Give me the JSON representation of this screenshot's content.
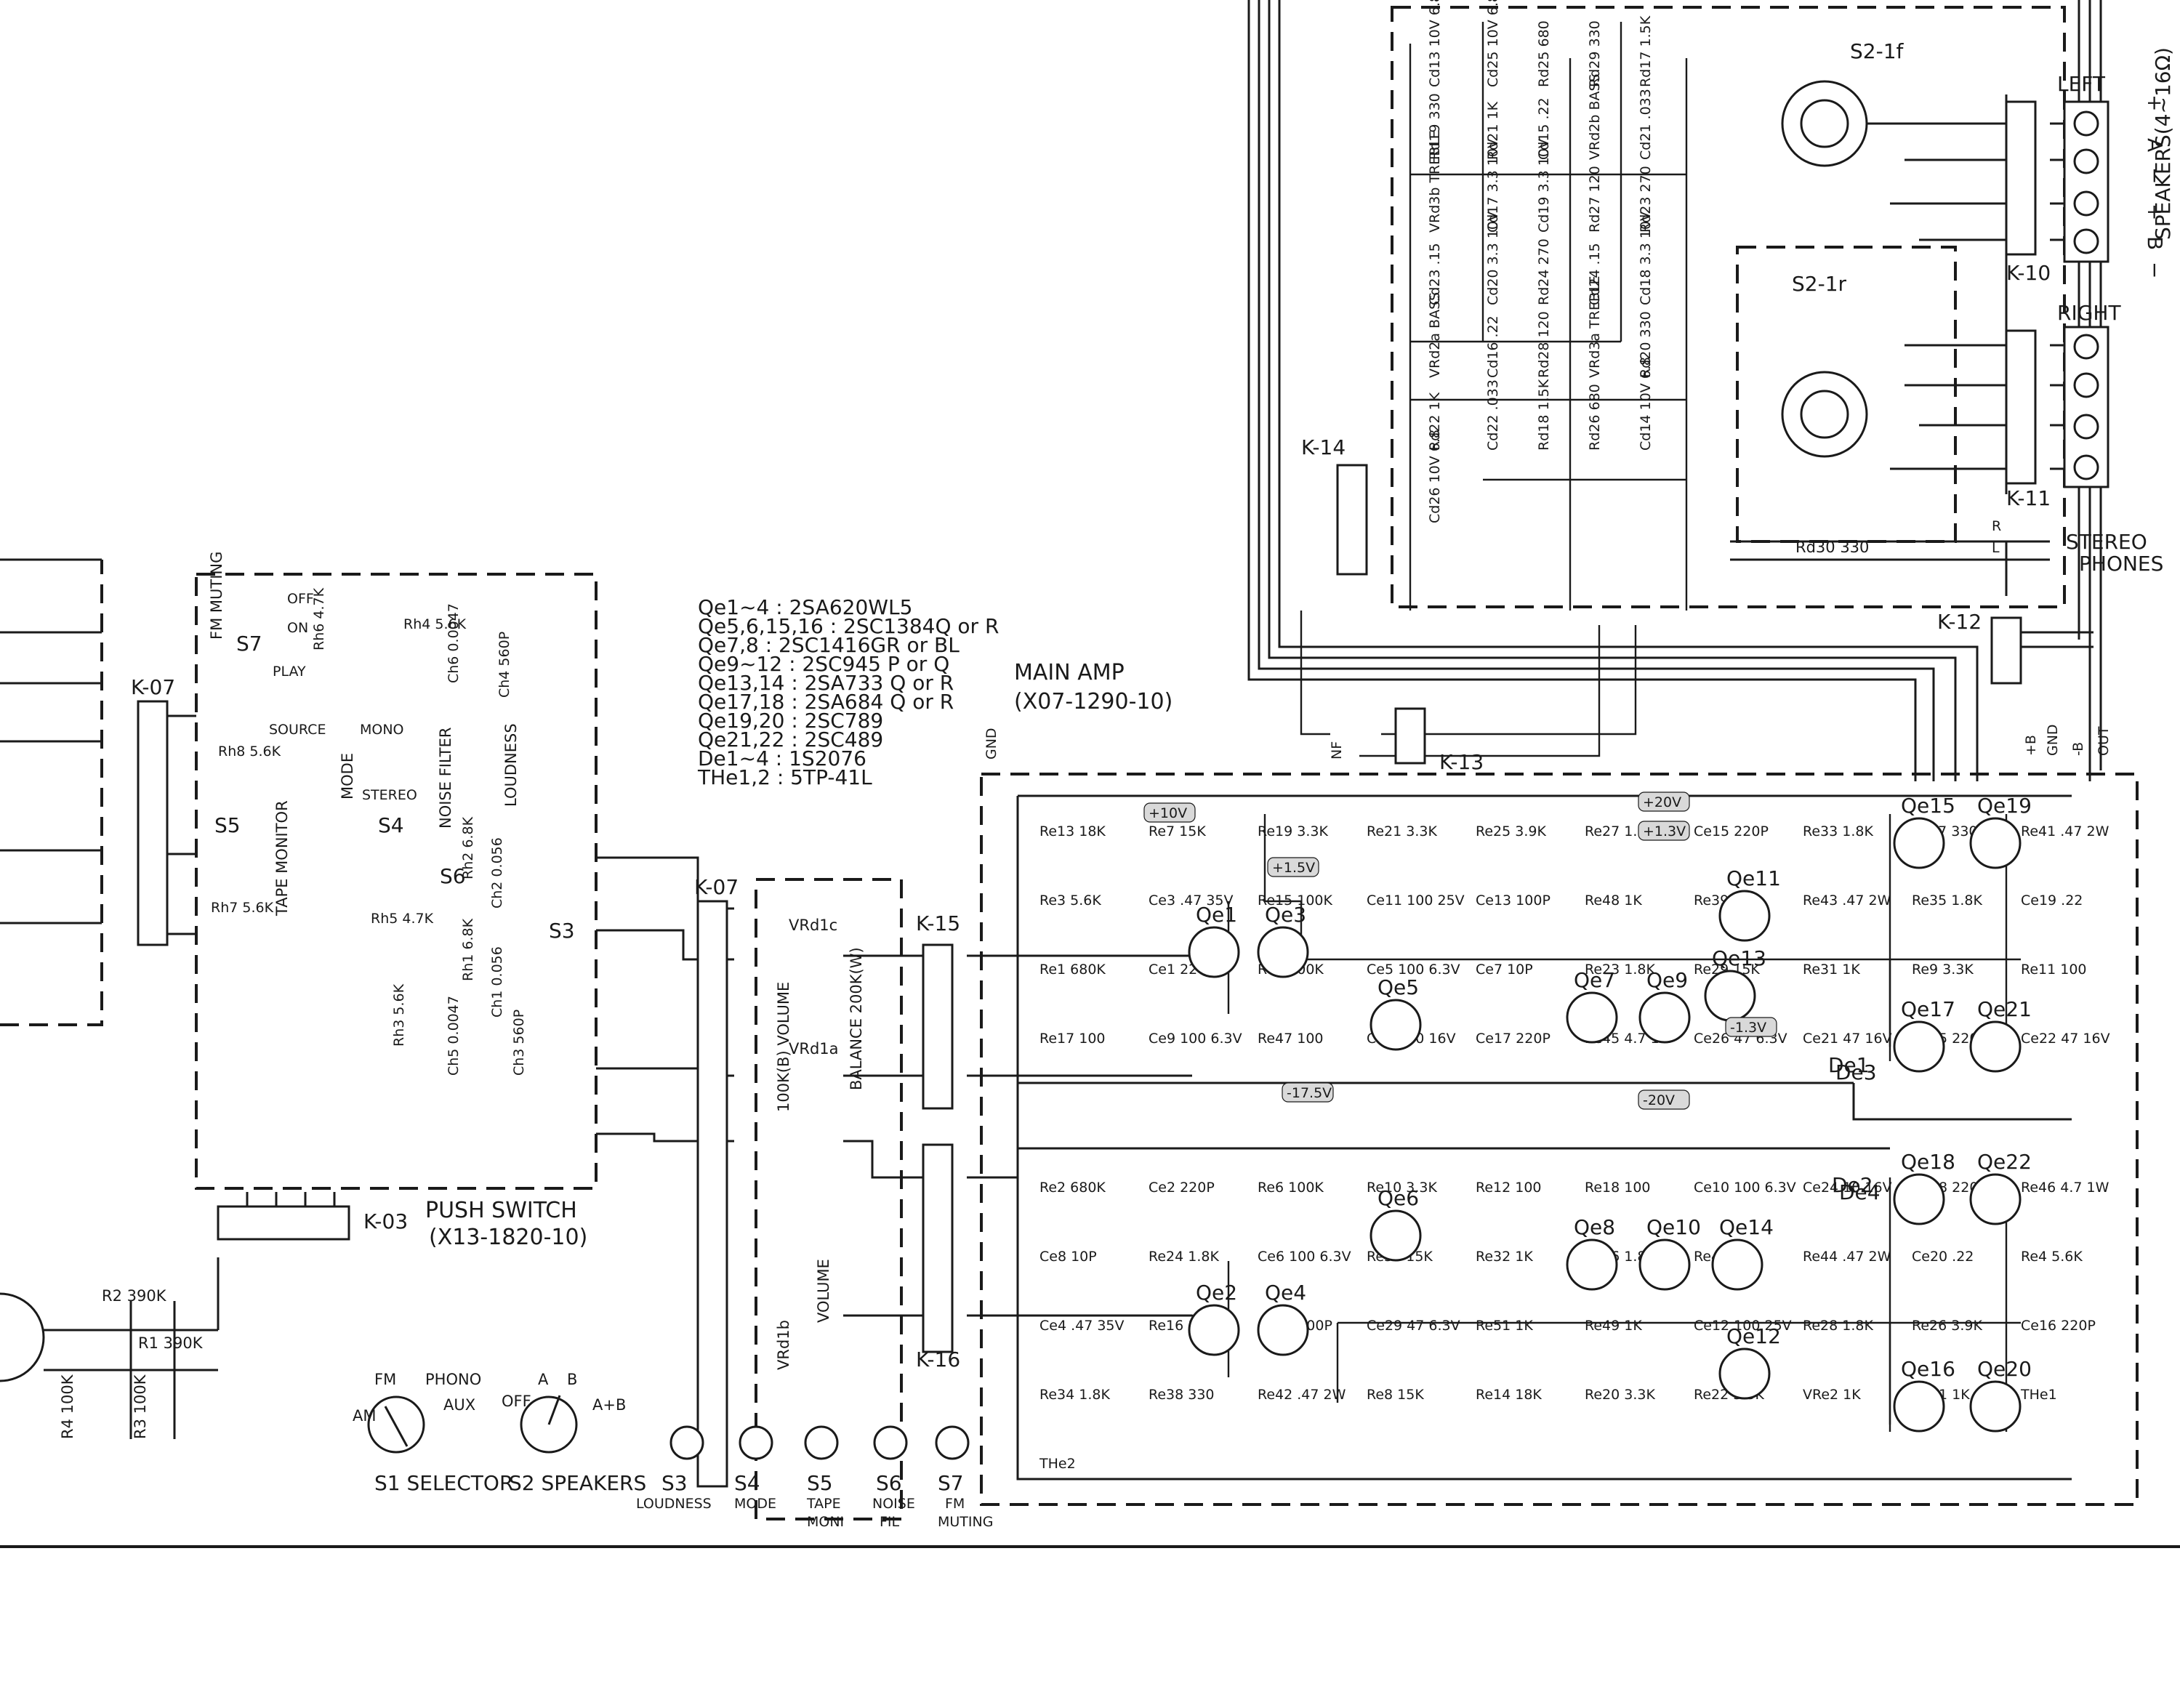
{
  "transistor_list": [
    "Qe1~4 : 2SA620WL5",
    "Qe5,6,15,16 : 2SC1384Q or R",
    "Qe7,8 : 2SC1416GR or BL",
    "Qe9~12 : 2SC945 P or Q",
    "Qe13,14 : 2SA733 Q or R",
    "Qe17,18 : 2SA684 Q or R",
    "Qe19,20 : 2SC789",
    "Qe21,22 : 2SC489",
    "De1~4 : 1S2076",
    "THe1,2 : 5TP-41L"
  ],
  "main_amp": {
    "title": "MAIN AMP",
    "part": "(X07-1290-10)"
  },
  "push_switch": {
    "title": "PUSH SWITCH",
    "part": "(X13-1820-10)"
  },
  "connectors": {
    "k14": "K-14",
    "k12": "K-12",
    "k13": "K-13",
    "k07": "K-07",
    "k07b": "K-07",
    "k15": "K-15",
    "k16": "K-16",
    "k03": "K-03",
    "k10": "K-10",
    "k11": "K-11"
  },
  "speakers": {
    "left": "LEFT",
    "right": "RIGHT",
    "a_minus": "−",
    "a_label": "A",
    "a_plus": "+",
    "b_minus": "−",
    "b_label": "B",
    "b_plus": "+",
    "rating": "SPEAKERS(4~16Ω)"
  },
  "phones": {
    "line1": "STEREO",
    "line2": "PHONES",
    "resistor": "Rd30 330",
    "r": "R",
    "l": "L"
  },
  "switch_labels": {
    "s2f": "S2-1f",
    "s2r": "S2-1r",
    "s7": "S7",
    "s5": "S5",
    "s4": "S4",
    "s6": "S6",
    "s3": "S3",
    "fm_muting": "FM MUTING",
    "tape_monitor": "TAPE MONITOR",
    "mode": "MODE",
    "noise_filter": "NOISE FILTER",
    "loudness": "LOUDNESS",
    "play": "PLAY",
    "source": "SOURCE",
    "mono": "MONO",
    "stereo": "STEREO",
    "on": "ON",
    "off": "OFF"
  },
  "tone_parts": [
    "Cd13 10V 6.8",
    "Cd25 10V 6.8",
    "Rd25 680",
    "Rd29 330",
    "Rd17 1.5K",
    "Rd19 330",
    "Rd21 1K",
    "Cd15 .22",
    "VRd2b BASS",
    "Cd21 .033",
    "VRd3b TREBLE",
    "Cd17 3.3 10V",
    "Cd19 3.3 10V",
    "Rd27 120",
    "Rd23 270",
    "Cd23 .15",
    "Cd20 3.3 10V",
    "Rd24 270",
    "Cd24 .15",
    "Cd18 3.3 10V",
    "VRd2a BASS",
    "Cd16 .22",
    "Rd28 120",
    "VRd3a TREBLE",
    "Rd20 330",
    "Rd22 1K",
    "Cd22 .033",
    "Rd18 1.5K",
    "Rd26 680",
    "Cd14 10V 6.8",
    "Cd26 10V 6.8"
  ],
  "volume": {
    "vr1c": "VRd1c",
    "vr1a": "VRd1a",
    "vr1b": "VRd1b",
    "volume": "VOLUME",
    "vol_spec": "100K(B) VOLUME",
    "balance": "BALANCE 200K(W)"
  },
  "preamp_parts": [
    "Rh4 5.6K",
    "Ch6 0.0047",
    "Ch4 560P",
    "Rh6 4.7K",
    "Rh8 5.6K",
    "Rh2 6.8K",
    "Ch2 0.056",
    "Rh1 6.8K",
    "Ch1 0.056",
    "Rh7 5.6K",
    "Rh5 4.7K",
    "Rh3 5.6K",
    "Ch5 0.0047",
    "Ch3 560P"
  ],
  "input_parts": [
    "R2 390K",
    "R1 390K",
    "R4 100K",
    "R3 100K"
  ],
  "amp_upper_parts": [
    "Re13 18K",
    "Re7 15K",
    "Re19 3.3K",
    "Re21 3.3K",
    "Re25 3.9K",
    "Re27 1.8K",
    "Ce15 220P",
    "Re33 1.8K",
    "Re37 330",
    "Re41 .47 2W",
    "Re3 5.6K",
    "Ce3 .47 35V",
    "Re15 100K",
    "Ce11 100 25V",
    "Ce13 100P",
    "Re48 1K",
    "Re39 330",
    "Re43 .47 2W",
    "Re35 1.8K",
    "Ce19 .22",
    "Re1 680K",
    "Ce1 220P",
    "Re5 100K",
    "Ce5 100 6.3V",
    "Ce7 10P",
    "Re23 1.8K",
    "Re29 15K",
    "Re31 1K",
    "Re9 3.3K",
    "Re11 100",
    "Re17 100",
    "Ce9 100 6.3V",
    "Re47 100",
    "Ce23 10 16V",
    "Ce17 220P",
    "Re45 4.7 1W",
    "Ce26 47 6.3V",
    "Ce21 47 16V",
    "Ce25 220 35V",
    "Ce22 47 16V"
  ],
  "amp_lower_parts": [
    "Re2 680K",
    "Ce2 220P",
    "Re6 100K",
    "Re10 3.3K",
    "Re12 100",
    "Re18 100",
    "Ce10 100 6.3V",
    "Ce24 10 16V",
    "Ce18 220P",
    "Re46 4.7 1W",
    "Ce8 10P",
    "Re24 1.8K",
    "Ce6 100 6.3V",
    "Re30 15K",
    "Re32 1K",
    "Re36 1.8K",
    "Re40 330",
    "Re44 .47 2W",
    "Ce20 .22",
    "Re4 5.6K",
    "Ce4 .47 35V",
    "Re16 100K",
    "Ce14 100P",
    "Ce29 47 6.3V",
    "Re51 1K",
    "Re49 1K",
    "Ce12 100 25V",
    "Re28 1.8K",
    "Re26 3.9K",
    "Ce16 220P",
    "Re34 1.8K",
    "Re38 330",
    "Re42 .47 2W",
    "Re8 15K",
    "Re14 18K",
    "Re20 3.3K",
    "Re22 3.3K",
    "VRe2 1K",
    "VRe1 1K",
    "THe1",
    "THe2"
  ],
  "transistors": [
    "Qe1",
    "Qe3",
    "Qe5",
    "Qe7",
    "Qe9",
    "Qe13",
    "Qe11",
    "Qe15",
    "Qe19",
    "Qe17",
    "Qe21",
    "Qe2",
    "Qe4",
    "Qe6",
    "Qe8",
    "Qe10",
    "Qe14",
    "Qe12",
    "Qe16",
    "Qe20",
    "Qe18",
    "Qe22",
    "De1",
    "De2",
    "De3",
    "De4"
  ],
  "voltages": [
    "+10V",
    "+1.5V",
    "-17.5V",
    "+20V",
    "+1.3V",
    "-1.3V",
    "-20V"
  ],
  "pins": {
    "gnd": "GND",
    "nf": "NF",
    "out": "OUT",
    "plus_b": "+B",
    "minus_b": "-B"
  },
  "controls": {
    "s1": "S1 SELECTOR",
    "s2": "S2 SPEAKERS",
    "s3": "S3",
    "s3b": "LOUDNESS",
    "s4": "S4",
    "s4b": "MODE",
    "s5": "S5",
    "s5b": "TAPE",
    "s5c": "MONI",
    "s6": "S6",
    "s6b": "NOISE",
    "s6c": "FIL",
    "s7": "S7",
    "s7b": "FM",
    "s7c": "MUTING",
    "am": "AM",
    "fm": "FM",
    "phono": "PHONO",
    "aux": "AUX",
    "off": "OFF",
    "a": "A",
    "b": "B",
    "ab": "A+B"
  },
  "colors": {
    "ink": "#1a1a1a",
    "paper": "#ffffff",
    "highlight": "#d9d9d9"
  }
}
